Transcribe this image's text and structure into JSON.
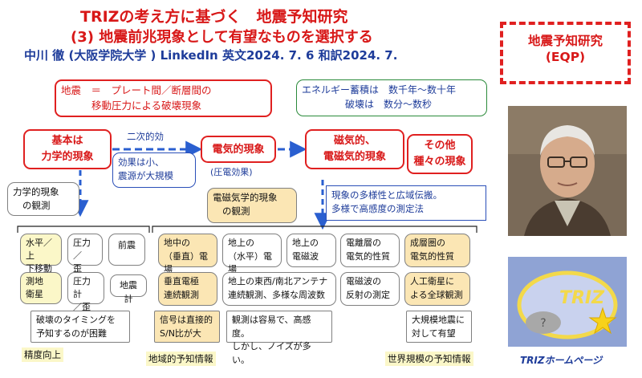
{
  "header": {
    "title_line1": "TRIZの考え方に基づく　地震予知研究",
    "title_line2": "(3) 地震前兆現象として有望なものを選択する",
    "author_line": "中川 徹 (大阪学院大学 ) LinkedIn 英文2024. 7. 6 和訳2024. 7."
  },
  "eqp_badge": {
    "line1": "地震予知研究",
    "line2": "(EQP)"
  },
  "definition": {
    "line1": "地震　＝　プレート間／断層間の",
    "line2": "移動圧力による破壊現象"
  },
  "energy": {
    "line1": "エネルギー蓄積は　数千年～数十年",
    "line2": "破壊は　数分～数秒"
  },
  "nodes": {
    "mechanical": {
      "line1": "基本は",
      "line2": "力学的現象"
    },
    "electrical": {
      "label": "電気的現象"
    },
    "magnetic": {
      "line1": "磁気的、",
      "line2": "電磁気的現象"
    },
    "other": {
      "line1": "その他",
      "line2": "種々の現象"
    }
  },
  "secondary_effect": "二次的効",
  "piezo": "(圧電効果)",
  "small_effect": {
    "line1": "効果は小、",
    "line2": "震源が大規模"
  },
  "mech_obs": {
    "line1": "力学的現象",
    "line2": "の観測"
  },
  "em_obs": {
    "line1": "電磁気学的現象",
    "line2": "の観測"
  },
  "diversity": {
    "line1": "現象の多様性と広域伝搬。",
    "line2": "多様で高感度の測定法"
  },
  "mech_items": {
    "horizontal": {
      "line1": "水平／上",
      "line2": "下移動"
    },
    "pressure": {
      "line1": "圧力／",
      "line2": "歪"
    },
    "foreshock": "前震",
    "geodetic": {
      "line1": "測地",
      "line2": "衛星"
    },
    "gauge": {
      "line1": "圧力計",
      "line2": "／歪計"
    },
    "seismometer": "地震計"
  },
  "em_items": {
    "underground": {
      "line1": "地中の",
      "line2": "（垂直）電場"
    },
    "surface": {
      "line1": "地上の",
      "line2": "（水平）電場"
    },
    "radio": {
      "line1": "地上の",
      "line2": "電磁波"
    },
    "ionosphere": {
      "line1": "電離層の",
      "line2": "電気的性質"
    },
    "stratosphere": {
      "line1": "成層圏の",
      "line2": "電気的性質"
    },
    "vertical_obs": {
      "line1": "垂直電極",
      "line2": "連続観測"
    },
    "antenna": {
      "line1": "地上の東西/南北アンテナ",
      "line2": "連続観測、多様な周波数"
    },
    "reflection": {
      "line1": "電磁波の",
      "line2": "反射の測定"
    },
    "satellite": {
      "line1": "人工衛星に",
      "line2": "よる全球観測"
    }
  },
  "notes": {
    "timing": {
      "line1": "破壊のタイミングを",
      "line2": "予知するのが困難"
    },
    "signal": {
      "line1": "信号は直接的",
      "line2": "S/N比が大"
    },
    "observation": {
      "line1": "観測は容易で、高感度。",
      "line2": "しかし、ノイズが多い。"
    },
    "large_quake": {
      "line1": "大規模地震に",
      "line2": "対して有望"
    }
  },
  "labels": {
    "accuracy": "精度向上",
    "regional": "地域的予知情報",
    "global": "世界規模の予知情報"
  },
  "triz": {
    "logo": "TRIZ",
    "link": "TRIZホームページ"
  }
}
